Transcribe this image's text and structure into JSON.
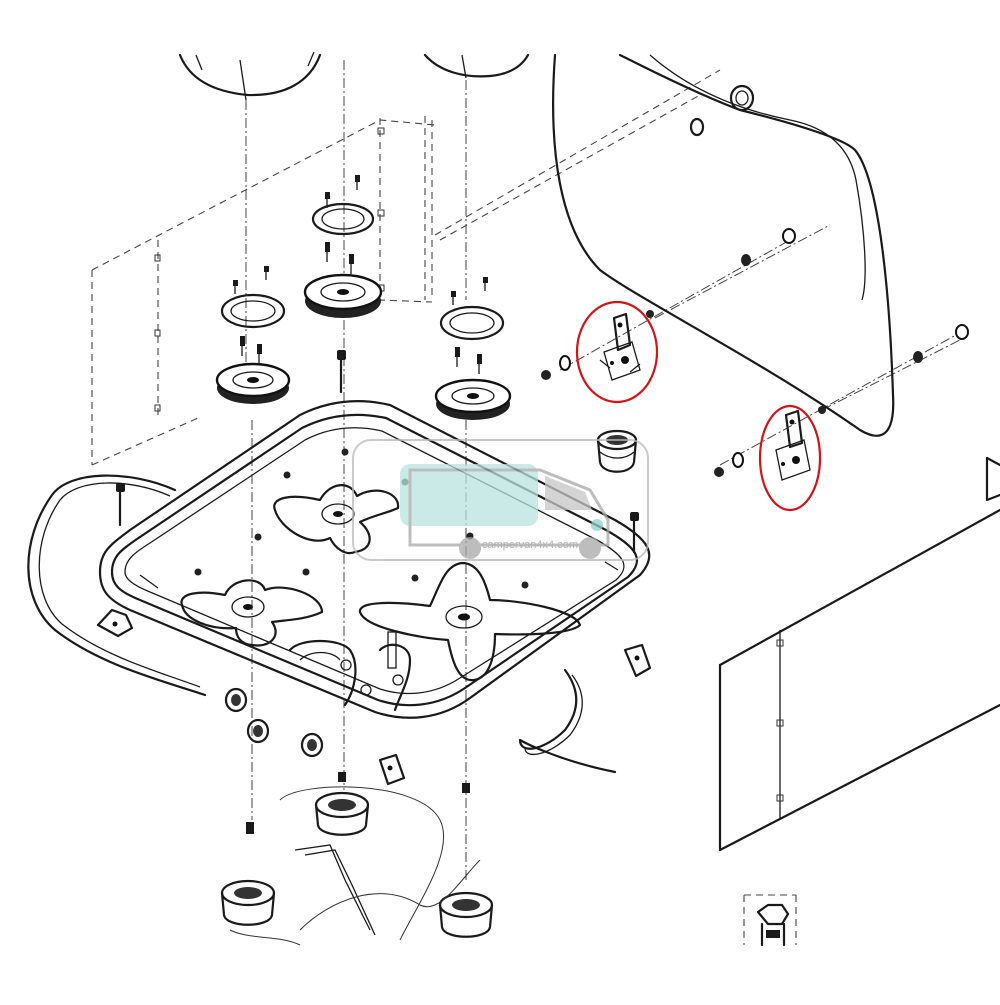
{
  "diagram": {
    "watermark": {
      "text": "campervan4x4.com"
    },
    "highlights": {
      "color": "#d0141c",
      "parts": [
        "hinge-bracket-upper",
        "hinge-bracket-lower"
      ]
    },
    "parts": [
      "glass-lid",
      "hinge-bracket",
      "hob-tray",
      "burner-cap",
      "flame-ring",
      "pan-support",
      "gas-pipe",
      "control-knob",
      "gas-valve",
      "rubber-grommet",
      "side-panel",
      "screw",
      "nut",
      "washer"
    ]
  }
}
